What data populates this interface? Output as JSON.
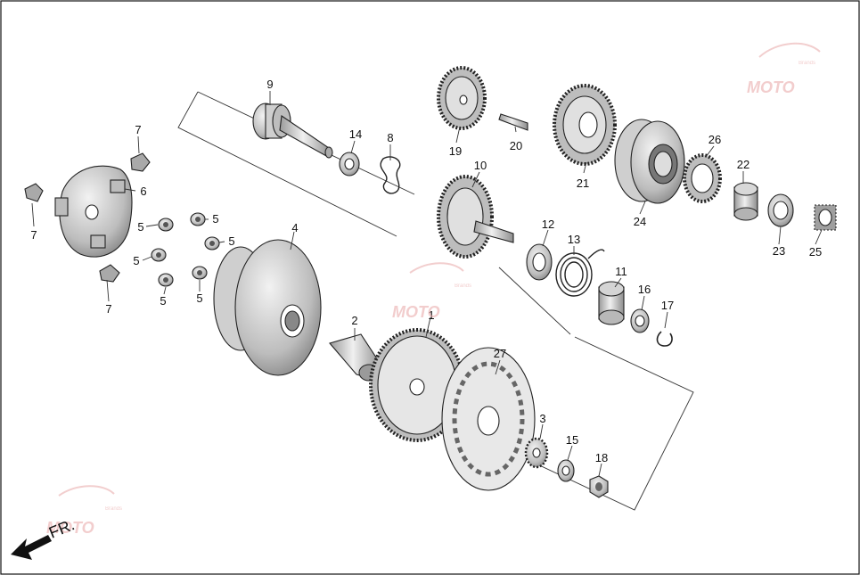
{
  "callouts": [
    {
      "id": "1",
      "label": "1"
    },
    {
      "id": "2",
      "label": "2"
    },
    {
      "id": "3",
      "label": "3"
    },
    {
      "id": "4",
      "label": "4"
    },
    {
      "id": "5a",
      "label": "5"
    },
    {
      "id": "5b",
      "label": "5"
    },
    {
      "id": "5c",
      "label": "5"
    },
    {
      "id": "5d",
      "label": "5"
    },
    {
      "id": "5e",
      "label": "5"
    },
    {
      "id": "5f",
      "label": "5"
    },
    {
      "id": "6",
      "label": "6"
    },
    {
      "id": "7a",
      "label": "7"
    },
    {
      "id": "7b",
      "label": "7"
    },
    {
      "id": "7c",
      "label": "7"
    },
    {
      "id": "8",
      "label": "8"
    },
    {
      "id": "9",
      "label": "9"
    },
    {
      "id": "10",
      "label": "10"
    },
    {
      "id": "11",
      "label": "11"
    },
    {
      "id": "12",
      "label": "12"
    },
    {
      "id": "13",
      "label": "13"
    },
    {
      "id": "14",
      "label": "14"
    },
    {
      "id": "15",
      "label": "15"
    },
    {
      "id": "16",
      "label": "16"
    },
    {
      "id": "17",
      "label": "17"
    },
    {
      "id": "18",
      "label": "18"
    },
    {
      "id": "19",
      "label": "19"
    },
    {
      "id": "20",
      "label": "20"
    },
    {
      "id": "21",
      "label": "21"
    },
    {
      "id": "22",
      "label": "22"
    },
    {
      "id": "23",
      "label": "23"
    },
    {
      "id": "24",
      "label": "24"
    },
    {
      "id": "25",
      "label": "25"
    },
    {
      "id": "26",
      "label": "26"
    },
    {
      "id": "27",
      "label": "27"
    }
  ],
  "direction_label": "FR.",
  "watermark": {
    "text": "MOTO",
    "subtext": "Brands"
  },
  "colors": {
    "line": "#222222",
    "part_fill": "#d9d9d9",
    "part_dark": "#8c8c8c",
    "watermark": "#e8a5a5"
  }
}
